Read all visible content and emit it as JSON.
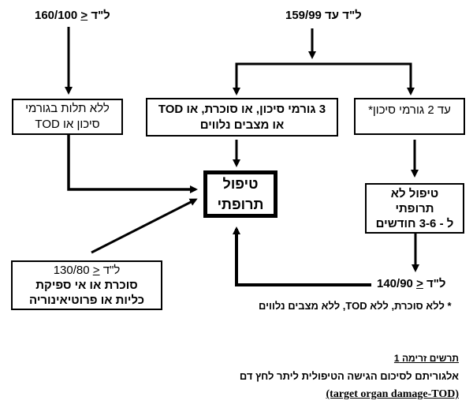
{
  "labels": {
    "bp_high": {
      "prefix": "ל\"ד",
      "op": "<",
      "value": "160/100"
    },
    "bp_mid": "ל\"ד עד 159/99",
    "bp_recheck": {
      "prefix": "ל\"ד",
      "op": "<",
      "value": "140/90"
    }
  },
  "boxes": {
    "no_risk_dependency": [
      "ללא תלות בגורמי",
      "סיכון או TOD"
    ],
    "three_risk": [
      "3 גורמי סיכון, או סוכרת, או TOD",
      "או מצבים נלווים"
    ],
    "up_to_two_risk": [
      "עד 2 גורמי סיכון*"
    ],
    "drug_therapy": [
      "טיפול",
      "תרופתי"
    ],
    "non_drug": [
      "טיפול לא",
      "תרופתי",
      "ל - 3-6 חודשים"
    ],
    "diabetes_kidney": {
      "bp_prefix": "ל\"ד",
      "bp_op": "<",
      "bp_value": "130/80",
      "lines": [
        "סוכרת או אי ספיקת",
        "כליות או פרוטיאינוריה"
      ]
    }
  },
  "footnote": "* ללא סוכרת, ללא  TOD, ללא מצבים נלווים",
  "caption": {
    "figure_label": "תרשים זרימה 1",
    "title": "אלגוריתם לסיכום הגישה הטיפולית ליתר לחץ דם",
    "subtitle": "(target organ damage-TOD)"
  },
  "colors": {
    "ink": "#000000",
    "background": "#ffffff"
  }
}
